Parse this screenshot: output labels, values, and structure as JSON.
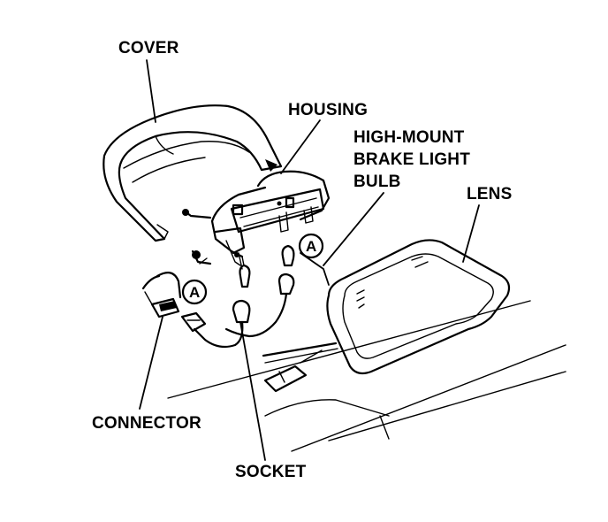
{
  "labels": {
    "cover": "COVER",
    "housing": "HOUSING",
    "bulb_line1": "HIGH-MOUNT",
    "bulb_line2": "BRAKE LIGHT",
    "bulb_line3": "BULB",
    "lens": "LENS",
    "connector": "CONNECTOR",
    "socket": "SOCKET"
  },
  "callouts": {
    "a": "A"
  }
}
